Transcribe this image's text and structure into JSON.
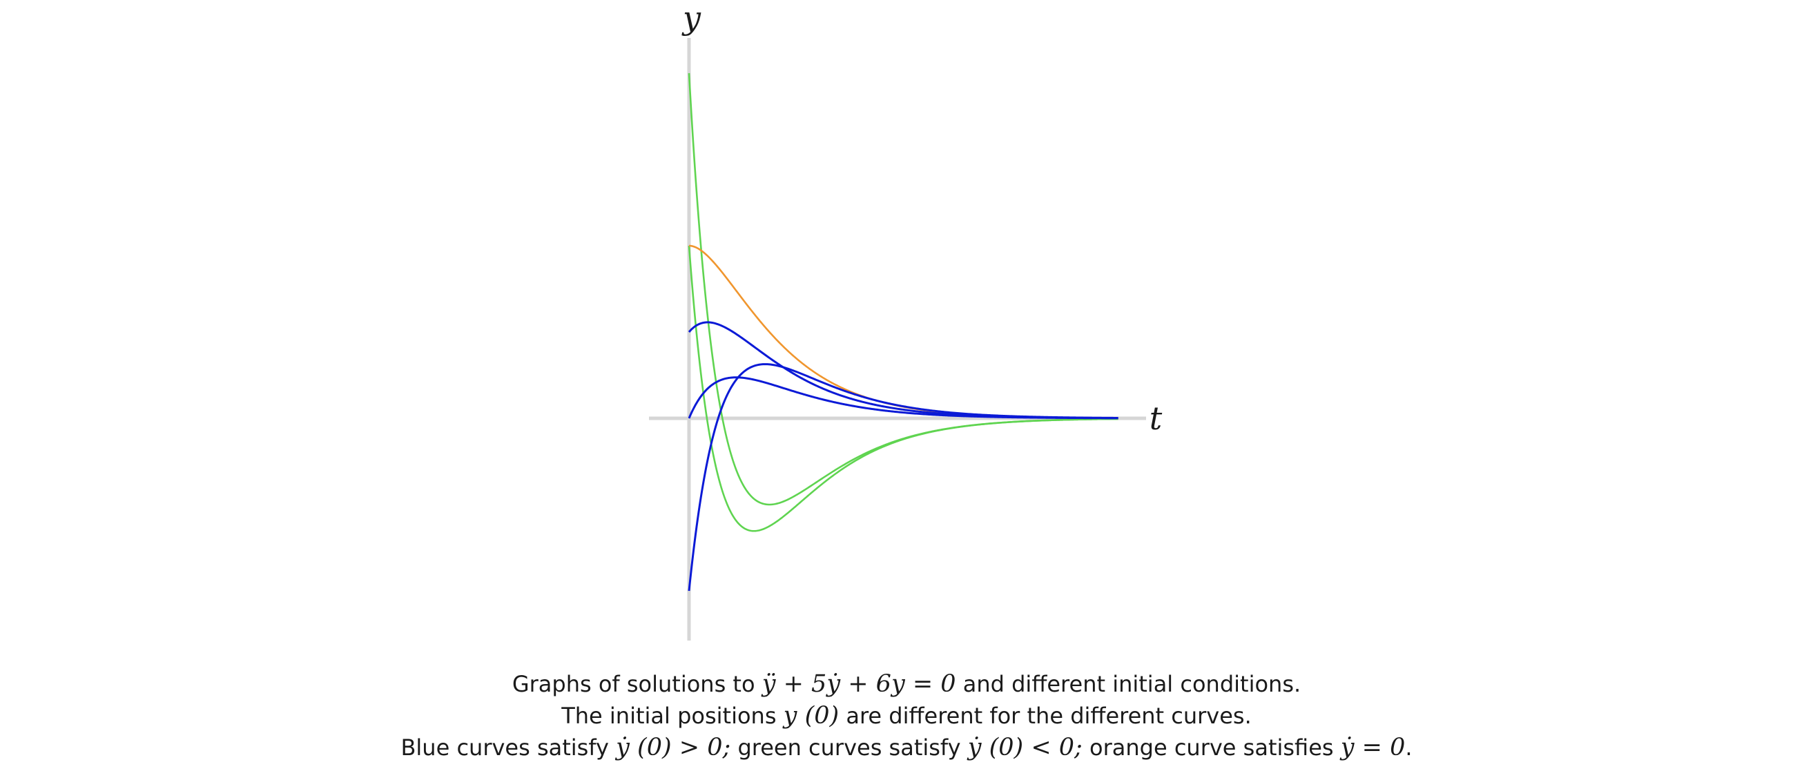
{
  "chart_data": {
    "type": "line",
    "xlabel": "t",
    "ylabel": "y",
    "xlim": [
      0,
      3.7
    ],
    "ylim": [
      -1.3,
      2.05
    ],
    "grid": false,
    "colors": {
      "blue": "#0b1ad6",
      "green": "#5fd450",
      "orange": "#f0962e",
      "axis": "#d6d6d6"
    },
    "series": [
      {
        "color_key": "green",
        "y0": 2.0,
        "dy0": -12.0
      },
      {
        "color_key": "green",
        "y0": 1.0,
        "dy0": -9.0
      },
      {
        "color_key": "orange",
        "y0": 1.0,
        "dy0": 0.0
      },
      {
        "color_key": "blue",
        "y0": 0.5,
        "dy0": 0.8
      },
      {
        "color_key": "blue",
        "y0": 0.0,
        "dy0": 1.6
      },
      {
        "color_key": "blue",
        "y0": -1.0,
        "dy0": 6.5
      }
    ],
    "t_max": 3.7
  },
  "caption": {
    "line1_a": "Graphs of solutions to ",
    "line1_math": "ÿ + 5ẏ + 6y = 0",
    "line1_b": " and different initial conditions.",
    "line2_a": "The initial positions ",
    "line2_math": "y (0)",
    "line2_b": " are different for the different curves.",
    "line3_a": "Blue curves satisfy ",
    "line3_math1": "ẏ (0) > 0;",
    "line3_b": " green curves satisfy ",
    "line3_math2": "ẏ (0) < 0;",
    "line3_c": " orange curve satisfies ",
    "line3_math3": "ẏ = 0",
    "line3_d": "."
  }
}
